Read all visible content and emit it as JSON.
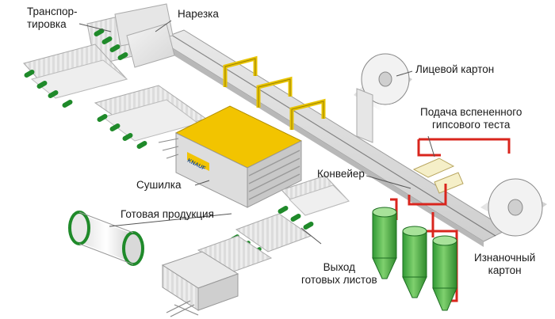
{
  "labels": {
    "transport": "Транспор-\nтировка",
    "cutting": "Нарезка",
    "face_cardboard": "Лицевой картон",
    "gypsum_feed": "Подача вспененного\nгипсового теста",
    "conveyor": "Конвейер",
    "dryer": "Сушилка",
    "finished_products": "Готовая продукция",
    "sheets_exit": "Выход\nготовых листов",
    "back_cardboard": "Изнаночный\nкартон"
  },
  "dryer_logo": "KNAUF",
  "colors": {
    "roller": "#1f8a2a",
    "frame_yellow": "#e8c400",
    "dryer_top": "#f2c400",
    "pipe_red": "#d9251d",
    "silo_green": "#4cb848",
    "line_gray": "#8a8a8a"
  }
}
